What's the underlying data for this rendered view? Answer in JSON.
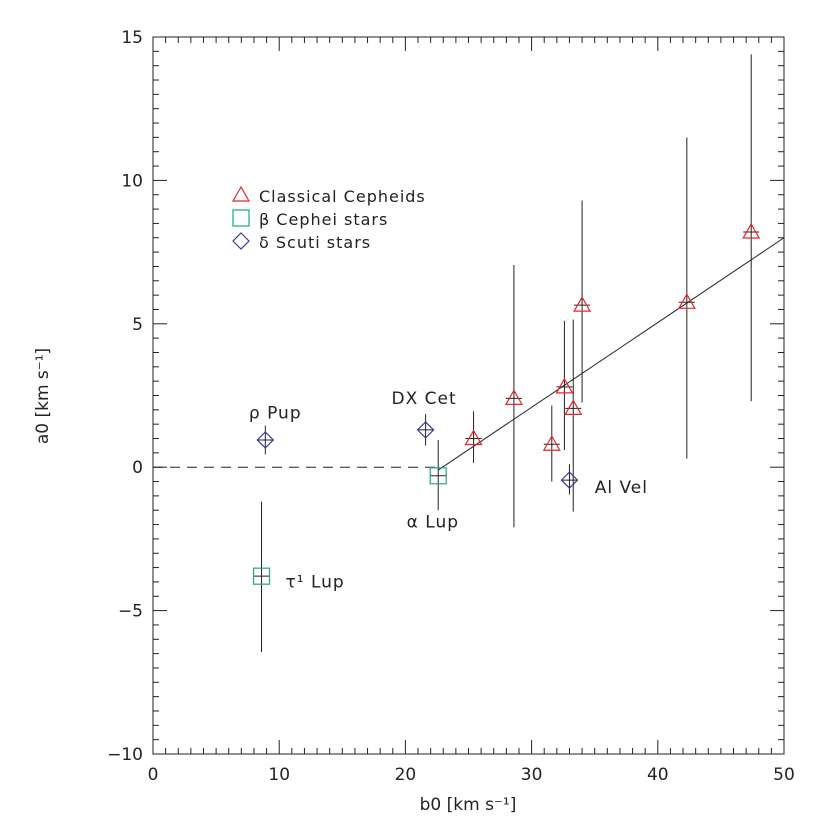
{
  "colors": {
    "cepheid": "#e8262b",
    "beta_cephei": "#1fa87a",
    "delta_scuti": "#3b3b9e",
    "ink": "#222222"
  },
  "chart_data": {
    "type": "scatter",
    "xlabel": "b0 [km s⁻¹]",
    "ylabel": "a0 [km s⁻¹]",
    "xlim": [
      0,
      50
    ],
    "ylim": [
      -10,
      15
    ],
    "xticks": [
      {
        "v": 0,
        "label": "0"
      },
      {
        "v": 10,
        "label": "10"
      },
      {
        "v": 20,
        "label": "20"
      },
      {
        "v": 30,
        "label": "30"
      },
      {
        "v": 40,
        "label": "40"
      },
      {
        "v": 50,
        "label": "50"
      }
    ],
    "yticks": [
      {
        "v": -10,
        "label": "−10"
      },
      {
        "v": -5,
        "label": "−5"
      },
      {
        "v": 0,
        "label": "0"
      },
      {
        "v": 5,
        "label": "5"
      },
      {
        "v": 10,
        "label": "10"
      },
      {
        "v": 15,
        "label": "15"
      }
    ],
    "legend": {
      "placement": "upper-left",
      "entries": [
        {
          "marker": "triangle",
          "color_key": "cepheid",
          "label": "Classical Cepheids"
        },
        {
          "marker": "square",
          "color_key": "beta_cephei",
          "label": "β Cephei stars"
        },
        {
          "marker": "diamond",
          "color_key": "delta_scuti",
          "label": "δ Scuti stars"
        }
      ]
    },
    "series": [
      {
        "name": "Classical Cepheids",
        "marker": "triangle",
        "color_key": "cepheid",
        "points": [
          {
            "x": 25.4,
            "y": 1.0,
            "ylo": 0.15,
            "yhi": 1.95
          },
          {
            "x": 28.6,
            "y": 2.4,
            "ylo": -2.1,
            "yhi": 7.05
          },
          {
            "x": 31.6,
            "y": 0.8,
            "ylo": -0.5,
            "yhi": 2.15
          },
          {
            "x": 32.6,
            "y": 2.8,
            "ylo": 0.6,
            "yhi": 5.1
          },
          {
            "x": 33.3,
            "y": 2.05,
            "ylo": -1.55,
            "yhi": 5.15
          },
          {
            "x": 34.0,
            "y": 5.65,
            "ylo": 2.25,
            "yhi": 9.3
          },
          {
            "x": 42.3,
            "y": 5.75,
            "ylo": 0.3,
            "yhi": 11.5
          },
          {
            "x": 47.4,
            "y": 8.2,
            "ylo": 2.3,
            "yhi": 14.4
          }
        ]
      },
      {
        "name": "β Cephei stars",
        "marker": "square",
        "color_key": "beta_cephei",
        "points": [
          {
            "x": 8.6,
            "y": -3.8,
            "ylo": -6.45,
            "yhi": -1.2
          },
          {
            "x": 22.6,
            "y": -0.3,
            "ylo": -1.5,
            "yhi": 0.95
          }
        ]
      },
      {
        "name": "δ Scuti stars",
        "marker": "diamond",
        "color_key": "delta_scuti",
        "points": [
          {
            "x": 8.9,
            "y": 0.95,
            "ylo": 0.45,
            "yhi": 1.45
          },
          {
            "x": 21.6,
            "y": 1.3,
            "ylo": 0.75,
            "yhi": 1.85
          },
          {
            "x": 33.0,
            "y": -0.45,
            "ylo": -0.95,
            "yhi": 0.1
          }
        ]
      }
    ],
    "lines": [
      {
        "style": "solid",
        "x1": 22.6,
        "y1": -0.1,
        "x2": 50,
        "y2": 8.0
      },
      {
        "style": "dashed",
        "x1": 0,
        "y1": 0,
        "x2": 22.6,
        "y2": 0
      }
    ],
    "annotations": [
      {
        "text": "ρ  Pup",
        "x": 7.6,
        "y": 1.7
      },
      {
        "text": "DX  Cet",
        "x": 18.9,
        "y": 2.2
      },
      {
        "text": "α  Lup",
        "x": 20.1,
        "y": -2.1
      },
      {
        "text": "Al  Vel",
        "x": 35.0,
        "y": -0.9
      },
      {
        "text": "τ¹  Lup",
        "x": 10.5,
        "y": -4.2
      }
    ]
  }
}
